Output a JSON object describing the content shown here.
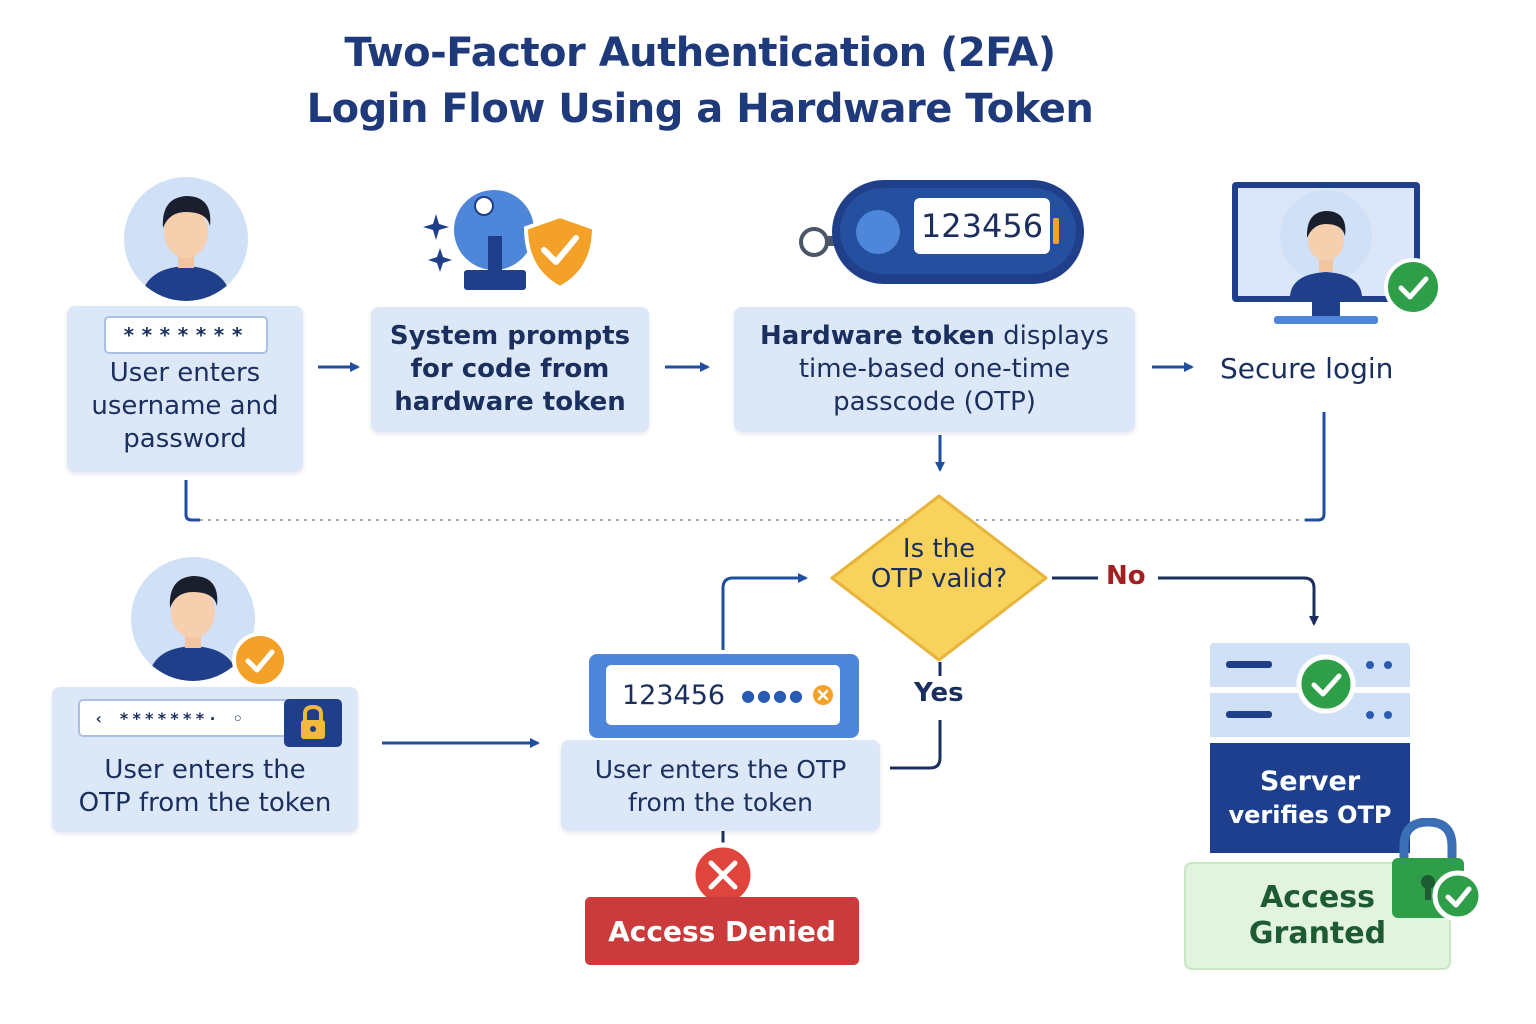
{
  "title": {
    "line1": "Two-Factor Authentication (2FA)",
    "line2": "Login Flow Using a Hardware Token"
  },
  "steps": {
    "credentials": {
      "field_value": "*******",
      "label_lines": [
        "User enters",
        "username and",
        "password"
      ]
    },
    "prompt": {
      "label_lines": [
        "System prompts",
        "for code from",
        "hardware token"
      ]
    },
    "token": {
      "display_code": "123456",
      "label_lines": [
        "Hardware token displays",
        "time-based one-time",
        "passcode (OTP)"
      ]
    },
    "secure_login": {
      "label": "Secure login"
    },
    "decision": {
      "label_lines": [
        "Is the",
        "OTP valid?"
      ],
      "no_label": "No",
      "yes_label": "Yes"
    },
    "user_otp": {
      "field_value": "‹ *******· ◦",
      "label_lines": [
        "User enters the",
        "OTP from the token"
      ]
    },
    "otp_entry": {
      "field_value": "123456",
      "label_lines": [
        "User enters the OTP",
        "from the token"
      ]
    },
    "denied": {
      "label": "Access Denied"
    },
    "server": {
      "label_lines": [
        "Server",
        "verifies OTP"
      ]
    },
    "granted": {
      "label_lines": [
        "Access",
        "Granted"
      ]
    }
  },
  "colors": {
    "navy": "#1f3a7a",
    "box_bg": "#dce8f8",
    "arrow": "#1f4f9e",
    "diamond": "#f7d25c",
    "denied": "#cc3b3b",
    "granted_bg": "#e2f3e0",
    "server": "#1d3f8e",
    "check_green": "#2e9e48",
    "check_orange": "#f4a12a"
  },
  "icons": [
    "user-avatar-icon",
    "fingerprint-shield-icon",
    "hardware-token-icon",
    "monitor-user-icon",
    "check-badge-icon",
    "padlock-icon",
    "server-rack-icon",
    "error-x-icon"
  ]
}
